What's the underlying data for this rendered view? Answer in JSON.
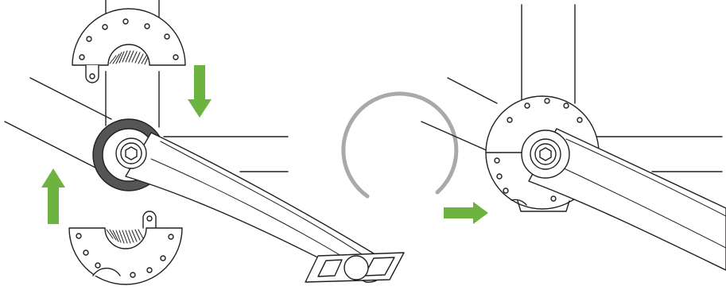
{
  "diagram": {
    "panels": [
      {
        "name": "install-step",
        "parts": [
          "upper-guard-half",
          "lower-guard-half",
          "bottom-bracket-ring",
          "crank-arm",
          "pedal",
          "frame-tubes"
        ],
        "arrows": [
          "down",
          "up"
        ]
      },
      {
        "name": "rotate-step",
        "parts": [
          "assembled-guard",
          "crank-arm",
          "frame-tubes"
        ],
        "arrows": [
          "rotation-indicator",
          "right"
        ]
      }
    ],
    "colors": {
      "line": "#231f20",
      "arrow": "#6db33f",
      "bracket_ring": "#555555",
      "rotation_arc": "#a7a9ac",
      "fill": "#ffffff"
    }
  }
}
